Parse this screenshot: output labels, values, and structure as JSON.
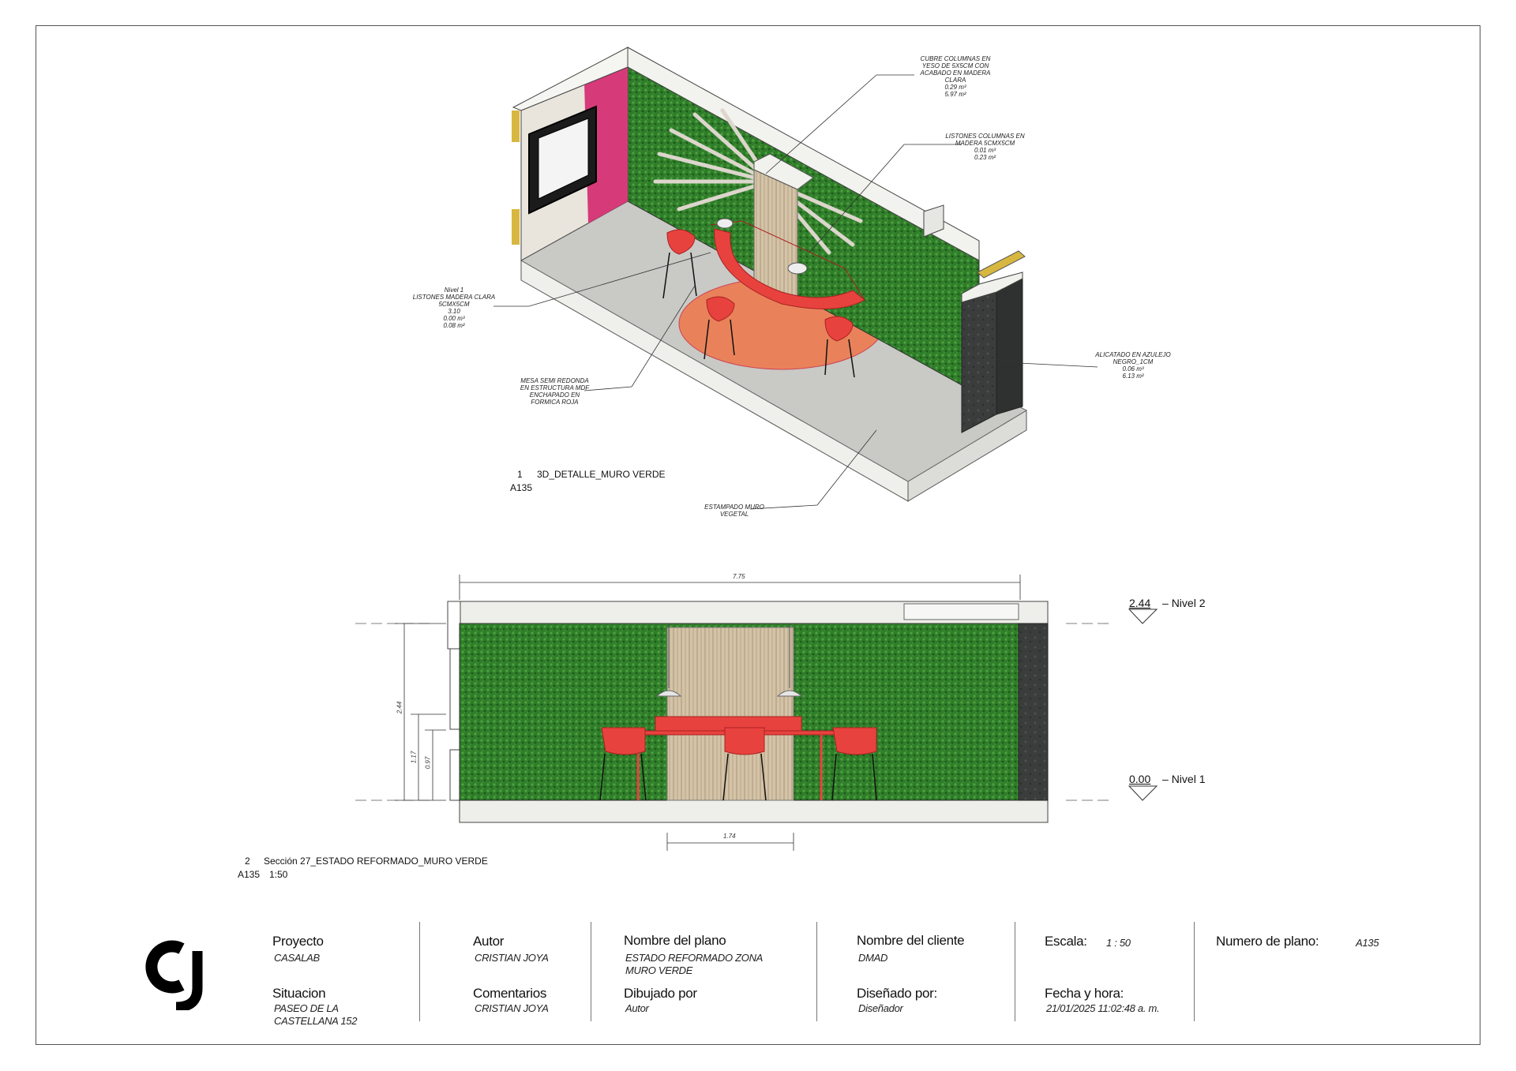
{
  "view1": {
    "number": "1",
    "title": "3D_DETALLE_MURO VERDE",
    "sheet": "A135",
    "notes": {
      "cubre_columnas": "CUBRE COLUMNAS EN\nYESO DE 5X5CM CON\nACABADO EN MADERA\nCLARA\n0.29 m³\n5.97 m²",
      "listones_columnas": "LISTONES COLUMNAS EN\nMADERA 5CMX5CM\n0.01 m³\n0.23 m²",
      "nivel1_listones": "Nivel 1\nLISTONES MADERA CLARA\n5CMX5CM\n3.10\n0.00 m³\n0.08 m²",
      "alicatado": "ALICATADO EN AZULEJO\nNEGRO_1CM\n0.06 m³\n6.13 m²",
      "mesa": "MESA SEMI REDONDA\nEN ESTRUCTURA MDF\nENCHAPADO EN\nFORMICA ROJA",
      "estampado": "ESTAMPADO MURO\nVEGETAL"
    }
  },
  "view2": {
    "number": "2",
    "title": "Sección 27_ESTADO REFORMADO_MURO VERDE",
    "sheet": "A135",
    "scale": "1:50",
    "dims": {
      "width": "7.75",
      "height": "2.44",
      "dim_117": "1.17",
      "dim_097": "0.97",
      "dim_174": "1.74"
    },
    "levels": [
      {
        "value": "2.44",
        "name": "Nivel 2"
      },
      {
        "value": "0.00",
        "name": "Nivel 1"
      }
    ]
  },
  "title_block": {
    "logo": "CJ",
    "proyecto_label": "Proyecto",
    "proyecto_value": "CASALAB",
    "situacion_label": "Situacion",
    "situacion_value": "PASEO DE LA\nCASTELLANA 152",
    "autor_label": "Autor",
    "autor_value": "CRISTIAN JOYA",
    "comentarios_label": "Comentarios",
    "comentarios_value": "CRISTIAN JOYA",
    "nombre_plano_label": "Nombre del plano",
    "nombre_plano_value": "ESTADO REFORMADO ZONA\nMURO VERDE",
    "dibujado_label": "Dibujado por",
    "dibujado_value": "Autor",
    "cliente_label": "Nombre del cliente",
    "cliente_value": "DMAD",
    "disenado_label": "Diseñado por:",
    "disenado_value": "Diseñador",
    "escala_label": "Escala:",
    "escala_value": "1 : 50",
    "fecha_label": "Fecha y hora:",
    "fecha_value": "21/01/2025 11:02:48 a. m.",
    "numero_label": "Numero de plano:",
    "numero_value": "A135"
  },
  "colors": {
    "green": "#2f7d2a",
    "green_dark": "#1d5a1a",
    "red": "#e8423f",
    "pink": "#d63a78",
    "wood": "#c9b89b",
    "floor": "#c8c8c4",
    "black_tile": "#3a3a3a"
  }
}
